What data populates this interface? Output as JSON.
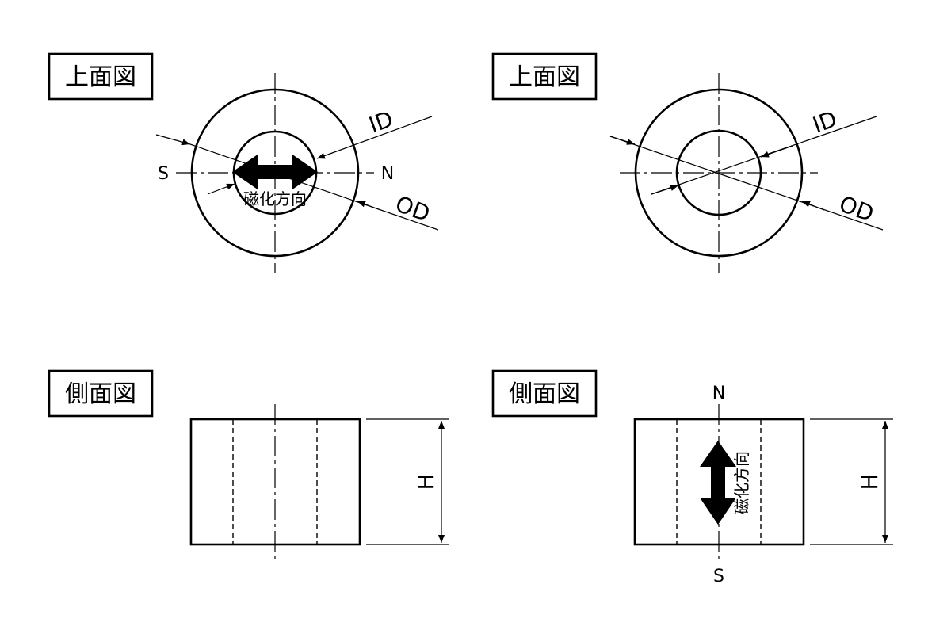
{
  "views": {
    "top_left": {
      "title": "上面図",
      "pole_left": "S",
      "pole_right": "N",
      "magnetization": "磁化方向",
      "id_label": "ID",
      "od_label": "OD"
    },
    "top_right": {
      "title": "上面図",
      "id_label": "ID",
      "od_label": "OD"
    },
    "side_left": {
      "title": "側面図",
      "height_label": "H"
    },
    "side_right": {
      "title": "側面図",
      "pole_top": "N",
      "pole_bottom": "S",
      "magnetization": "磁化方向",
      "height_label": "H"
    }
  }
}
